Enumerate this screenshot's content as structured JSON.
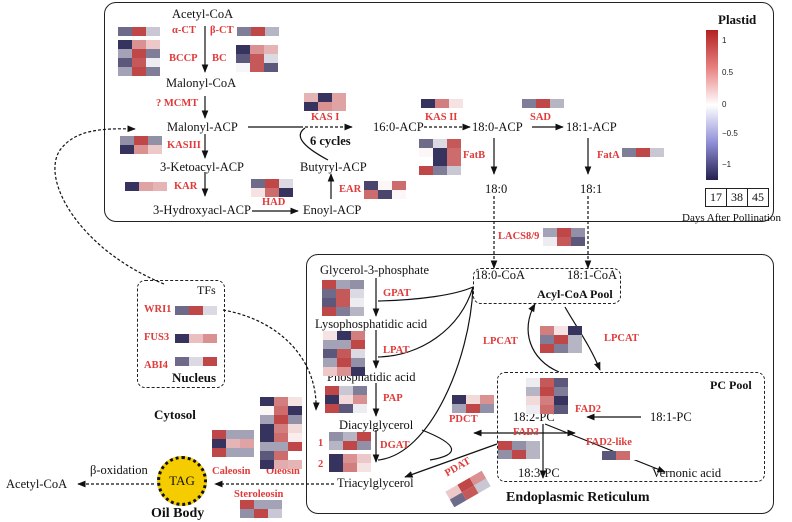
{
  "compartments": {
    "plastid": "Plastid",
    "er": "Endoplasmic Reticulum",
    "acyl_coa_pool": "Acyl-CoA Pool",
    "pc_pool": "PC Pool",
    "nucleus": "Nucleus",
    "cytosol": "Cytosol",
    "oil_body": "Oil Body"
  },
  "metabolites": {
    "acetyl_coa": "Acetyl-CoA",
    "malonyl_coa": "Malonyl-CoA",
    "malonyl_acp": "Malonyl-ACP",
    "ketoacyl_acp": "3-Ketoacyl-ACP",
    "hydroxyacl_acp": "3-Hydroxyacl-ACP",
    "enoyl_acp": "Enoyl-ACP",
    "butyryl_acp": "Butyryl-ACP",
    "acp_16_0": "16:0-ACP",
    "acp_18_0": "18:0-ACP",
    "acp_18_1": "18:1-ACP",
    "fa_18_0": "18:0",
    "fa_18_1": "18:1",
    "coa_18_0": "18:0-CoA",
    "coa_18_1": "18:1-CoA",
    "g3p": "Glycerol-3-phosphate",
    "lpa": "Lysophosphatidic acid",
    "pa": "Phosphatidic acid",
    "dag": "Diacylglycerol",
    "tag": "Triacylglycerol",
    "pc_18_2": "18:2-PC",
    "pc_18_1": "18:1-PC",
    "pc_18_3": "18:3-PC",
    "vernonic": "Vernonic acid",
    "tag_short": "TAG",
    "acetyl_coa_out": "Acetyl-CoA"
  },
  "annotations": {
    "six_cycles": "6 cycles",
    "tfs": "TFs",
    "beta_oxidation": "β-oxidation",
    "dgat_1": "1",
    "dgat_2": "2"
  },
  "enzymes": {
    "a_ct": "α-CT",
    "b_ct": "β-CT",
    "bccp": "BCCP",
    "bc": "BC",
    "mcmt": "? MCMT",
    "kas1": "KAS I",
    "kas2": "KAS II",
    "kas3": "KASIII",
    "sad": "SAD",
    "fatb": "FatB",
    "fata": "FatA",
    "kar": "KAR",
    "had": "HAD",
    "ear": "EAR",
    "lacs": "LACS8/9",
    "gpat": "GPAT",
    "lpat": "LPAT",
    "pap": "PAP",
    "dgat": "DGAT",
    "pdct": "PDCT",
    "pdat": "PDAT",
    "lpcat_left": "LPCAT",
    "lpcat_right": "LPCAT",
    "fad2": "FAD2",
    "fad3": "FAD3",
    "fad2_like": "FAD2-like",
    "wri1": "WRI1",
    "fus3": "FUS3",
    "abi4": "ABI4",
    "caleosin": "Caleosin",
    "oleosin": "Oleosin",
    "steroleosin": "Steroleosin"
  },
  "legend": {
    "ticks": [
      "1",
      "0.5",
      "0",
      "−0.5",
      "−1"
    ],
    "scale_range": [
      -1.2,
      1.2
    ],
    "days": [
      "17",
      "38",
      "45"
    ],
    "days_label": "Days After Pollination"
  },
  "colors": {
    "high": "#b22222",
    "mid": "#ffffff",
    "low": "#24204f",
    "enzyme_text": "#e03a3a",
    "tag_fill": "#f5cc00"
  },
  "heatmaps": {
    "a_ct": [
      [
        -0.8,
        1.0,
        -0.3
      ]
    ],
    "b_ct": [
      [
        -0.7,
        1.0,
        -0.4
      ]
    ],
    "bccp": [
      [
        -1.1,
        0.6,
        0.3
      ],
      [
        -0.5,
        1.0,
        -0.7
      ],
      [
        -0.9,
        0.9,
        -0.1
      ],
      [
        -0.5,
        1.0,
        -0.7
      ]
    ],
    "bc": [
      [
        -1.1,
        0.6,
        0.4
      ],
      [
        -0.9,
        0.9,
        -0.2
      ],
      [
        -0.05,
        0.9,
        -0.9
      ]
    ],
    "kas1": [
      [
        0.4,
        -1.1,
        0.5
      ],
      [
        -1.1,
        0.6,
        0.5
      ]
    ],
    "kas3": [
      [
        -0.6,
        1.0,
        -0.6
      ],
      [
        -1.1,
        0.6,
        0.3
      ]
    ],
    "kar": [
      [
        -1.1,
        0.5,
        0.4
      ]
    ],
    "had": [
      [
        -0.8,
        1.0,
        -0.2
      ],
      [
        0.15,
        0.8,
        -1.1
      ]
    ],
    "ear": [
      [
        -1.0,
        0.05,
        0.8
      ],
      [
        0.8,
        -1.0,
        0.05
      ]
    ],
    "kas2": [
      [
        -1.1,
        0.7,
        0.15
      ]
    ],
    "sad": [
      [
        -0.7,
        1.0,
        -0.4
      ]
    ],
    "fatb": [
      [
        -0.8,
        -0.2,
        0.9
      ],
      [
        0.05,
        -1.1,
        0.8
      ],
      [
        0.0,
        -1.1,
        0.8
      ],
      [
        1.0,
        -0.7,
        -0.3
      ]
    ],
    "fata": [
      [
        -0.7,
        1.0,
        -0.3
      ]
    ],
    "lacs": [
      [
        -0.5,
        1.0,
        -0.6
      ],
      [
        -0.1,
        0.9,
        -0.9
      ]
    ],
    "gpat": [
      [
        1.0,
        -0.5,
        -0.6
      ],
      [
        -0.8,
        0.9,
        -0.2
      ],
      [
        -0.9,
        0.9,
        -0.1
      ],
      [
        1.0,
        -0.7,
        -0.4
      ]
    ],
    "lpat": [
      [
        0.15,
        -1.1,
        0.7
      ],
      [
        -0.5,
        -0.5,
        1.0
      ],
      [
        -0.9,
        0.9,
        -0.2
      ],
      [
        -0.5,
        1.0,
        -0.6
      ],
      [
        0.3,
        0.6,
        -1.1
      ]
    ],
    "pap": [
      [
        1.0,
        -0.3,
        -0.7
      ],
      [
        -1.1,
        0.2,
        0.6
      ],
      [
        1.0,
        -0.9,
        -0.1
      ]
    ],
    "dgat1": [
      [
        -0.6,
        -0.4,
        1.0
      ],
      [
        -0.4,
        1.0,
        -0.6
      ]
    ],
    "dgat2": [
      [
        -1.1,
        0.6,
        0.3
      ],
      [
        -1.1,
        0.7,
        0.15
      ]
    ],
    "pdct": [
      [
        -1.1,
        0.2,
        0.6
      ],
      [
        -0.5,
        1.0,
        -0.6
      ]
    ],
    "pdat": [
      [
        0.3,
        1.0,
        0.6
      ],
      [
        -0.8,
        0.9,
        -0.3
      ]
    ],
    "lpcat": [
      [
        0.7,
        0.15,
        -1.1
      ],
      [
        -0.7,
        1.0,
        -0.4
      ],
      [
        1.0,
        -0.7,
        -0.4
      ]
    ],
    "fad2": [
      [
        -0.1,
        0.9,
        -0.9
      ],
      [
        -0.4,
        1.0,
        -0.7
      ],
      [
        0.2,
        0.7,
        -1.1
      ],
      [
        -0.1,
        0.8,
        -0.9
      ]
    ],
    "fad3": [
      [
        1.0,
        -0.6,
        -0.4
      ],
      [
        -0.6,
        1.0,
        -0.4
      ]
    ],
    "fad2_like": [
      [
        -0.9,
        0.8,
        0.0
      ]
    ],
    "wri1": [
      [
        -0.8,
        1.0,
        -0.2
      ]
    ],
    "fus3": [
      [
        -1.1,
        0.35,
        0.6
      ]
    ],
    "abi4": [
      [
        -0.8,
        -0.2,
        1.0
      ]
    ],
    "caleosin": [
      [
        1.0,
        -0.5,
        -0.5
      ],
      [
        -1.1,
        0.4,
        0.5
      ],
      [
        1.0,
        -0.5,
        -0.5
      ]
    ],
    "oleosin": [
      [
        -1.1,
        0.7,
        0.15
      ],
      [
        0.05,
        0.8,
        -1.1
      ],
      [
        -0.5,
        1.0,
        -0.6
      ],
      [
        -1.1,
        0.7,
        0.2
      ],
      [
        -1.1,
        0.8,
        0.1
      ],
      [
        -0.5,
        -0.5,
        1.0
      ],
      [
        -0.9,
        0.8,
        0.0
      ],
      [
        -1.1,
        0.45,
        0.4
      ]
    ],
    "steroleosin": [
      [
        1.0,
        -0.5,
        -0.5
      ],
      [
        -0.6,
        1.0,
        -0.3
      ]
    ]
  }
}
